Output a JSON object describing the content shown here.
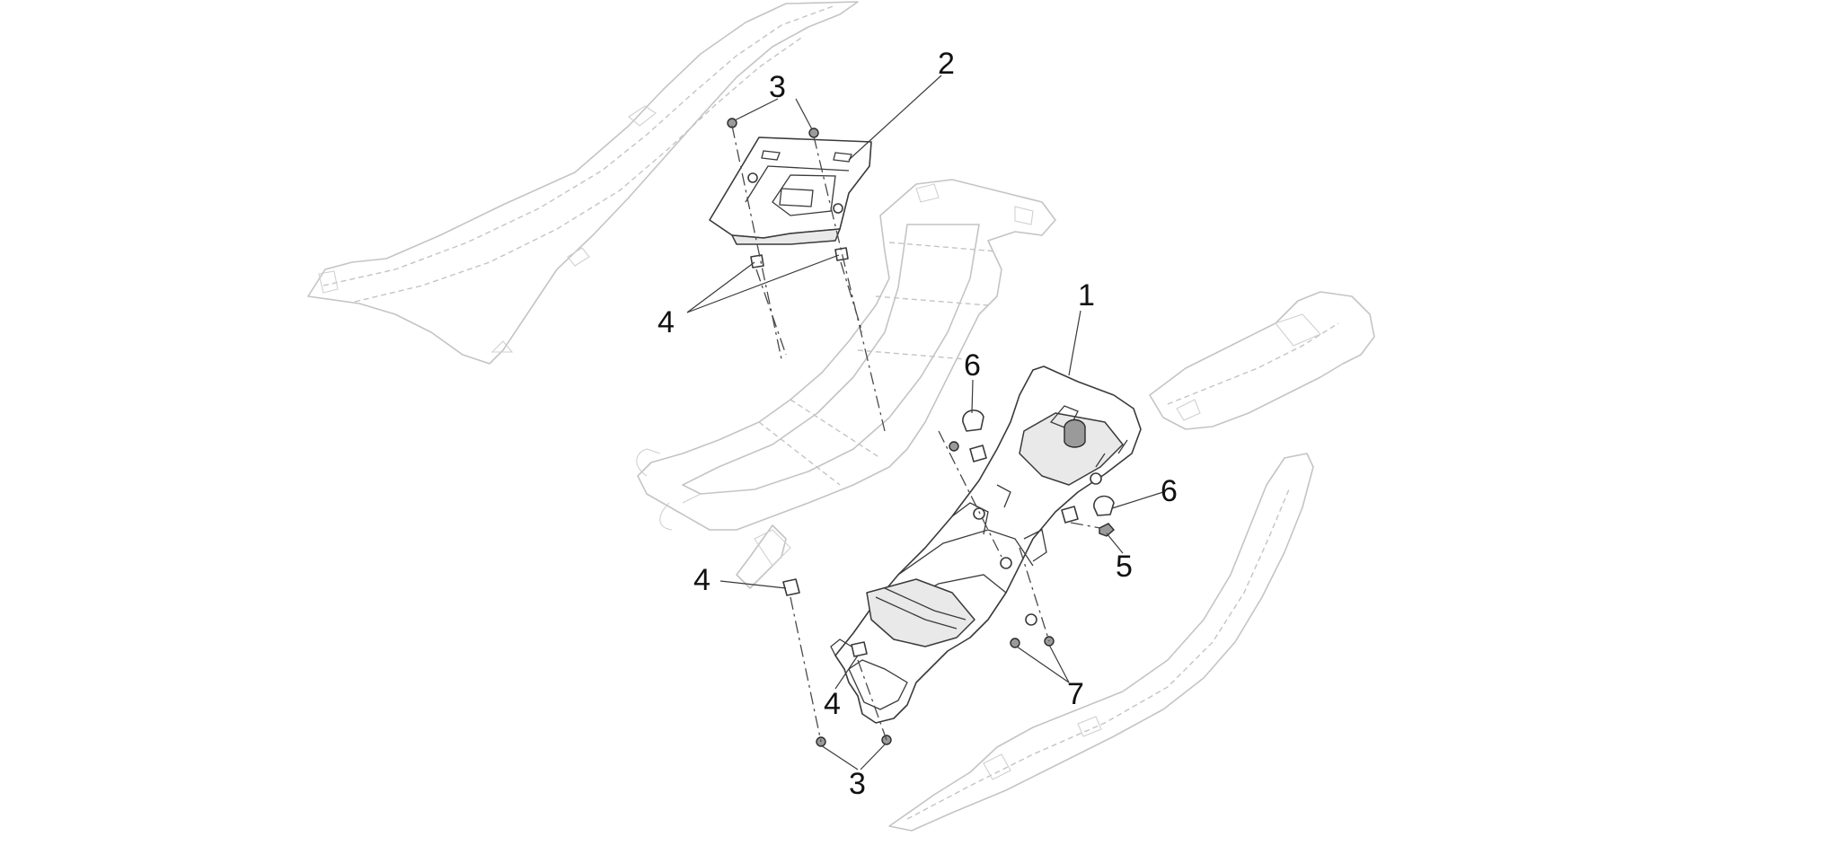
{
  "callouts": {
    "c1": "1",
    "c2": "2",
    "c3_top": "3",
    "c3_bottom": "3",
    "c4_upper": "4",
    "c4_left": "4",
    "c4_lower": "4",
    "c5": "5",
    "c6_upper": "6",
    "c6_right": "6",
    "c7": "7"
  },
  "colors": {
    "background": "#ffffff",
    "ghost_outline": "#c4c4c4",
    "part_outline": "#3a3a3a",
    "label": "#111111"
  }
}
